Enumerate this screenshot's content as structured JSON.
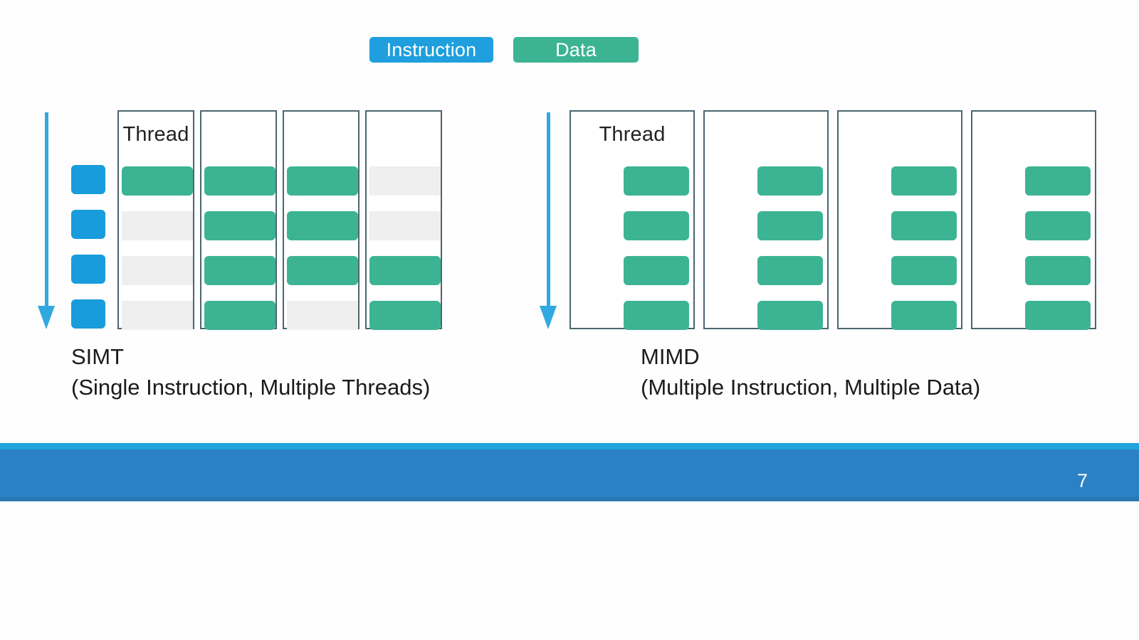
{
  "slide": {
    "page_number": "7",
    "background_color": "#fefefe"
  },
  "legend": {
    "items": [
      {
        "label": "Instruction",
        "color": "#1f9fdd",
        "name": "legend-instruction"
      },
      {
        "label": "Data",
        "color": "#3cb493",
        "name": "legend-data"
      }
    ]
  },
  "colors": {
    "instruction_blue": "#199cdb",
    "data_green": "#3cb493",
    "inactive_gray": "#efefef",
    "box_border": "#4a6670",
    "arrow_blue": "#32a8e0",
    "footer_blue": "#2a81c4",
    "footer_accent": "#23a4de"
  },
  "diagrams": [
    {
      "id": "simt",
      "title": "SIMT",
      "subtitle": "(Single Instruction, Multiple Threads)",
      "arrow_label": "time-flow-down",
      "shared_instruction_column": {
        "present": true,
        "blocks": [
          "instruction",
          "instruction",
          "instruction",
          "instruction"
        ]
      },
      "threads": [
        {
          "label": "Thread",
          "cells": [
            "data",
            "inactive",
            "inactive",
            "inactive"
          ]
        },
        {
          "label": "",
          "cells": [
            "data",
            "data",
            "data",
            "data"
          ]
        },
        {
          "label": "",
          "cells": [
            "data",
            "data",
            "data",
            "inactive"
          ]
        },
        {
          "label": "",
          "cells": [
            "inactive",
            "inactive",
            "data",
            "data"
          ]
        }
      ]
    },
    {
      "id": "mimd",
      "title": "MIMD",
      "subtitle": "(Multiple Instruction, Multiple Data)",
      "arrow_label": "time-flow-down",
      "shared_instruction_column": {
        "present": false,
        "blocks": []
      },
      "threads": [
        {
          "label": "Thread",
          "cells": [
            "instruction+data",
            "instruction+data",
            "instruction+data",
            "instruction+data"
          ]
        },
        {
          "label": "",
          "cells": [
            "instruction+data",
            "instruction+data",
            "instruction+data",
            "instruction+data"
          ]
        },
        {
          "label": "",
          "cells": [
            "instruction+data",
            "instruction+data",
            "instruction+data",
            "instruction+data"
          ]
        },
        {
          "label": "",
          "cells": [
            "instruction+data",
            "instruction+data",
            "instruction+data",
            "instruction+data"
          ]
        }
      ]
    }
  ]
}
